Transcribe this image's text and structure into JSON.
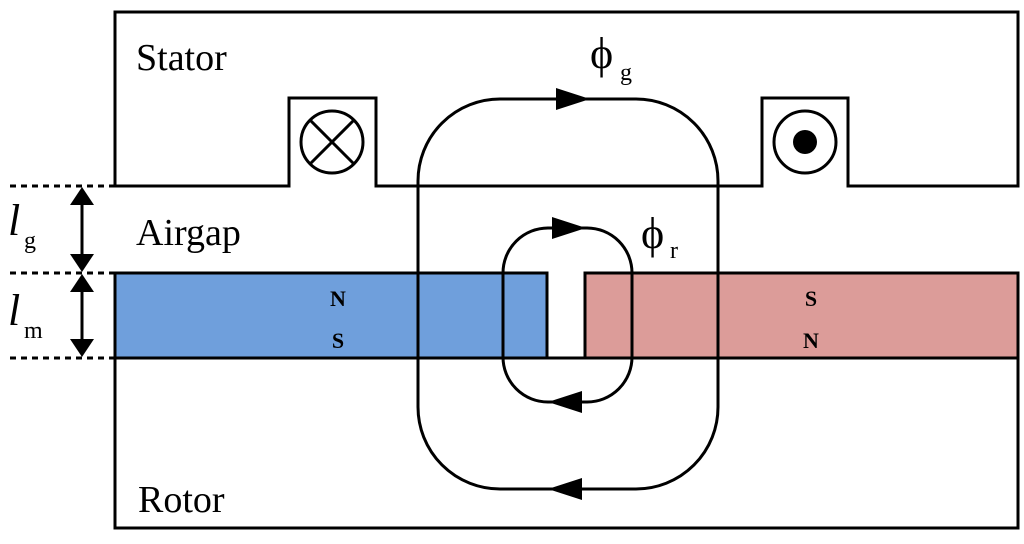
{
  "labels": {
    "stator": "Stator",
    "airgap": "Airgap",
    "rotor": "Rotor"
  },
  "flux": {
    "gap_symbol": "ϕ",
    "gap_subscript": "g",
    "rotor_symbol": "ϕ",
    "rotor_subscript": "r"
  },
  "dimensions": {
    "airgap_symbol": "l",
    "airgap_subscript": "g",
    "magnet_symbol": "l",
    "magnet_subscript": "m"
  },
  "magnets": {
    "left": {
      "top_pole": "N",
      "bottom_pole": "S",
      "color": "#6f9fdc"
    },
    "right": {
      "top_pole": "S",
      "bottom_pole": "N",
      "color": "#dc9c99"
    }
  },
  "coils": {
    "left": "current-into-page-icon",
    "right": "current-out-of-page-icon"
  }
}
